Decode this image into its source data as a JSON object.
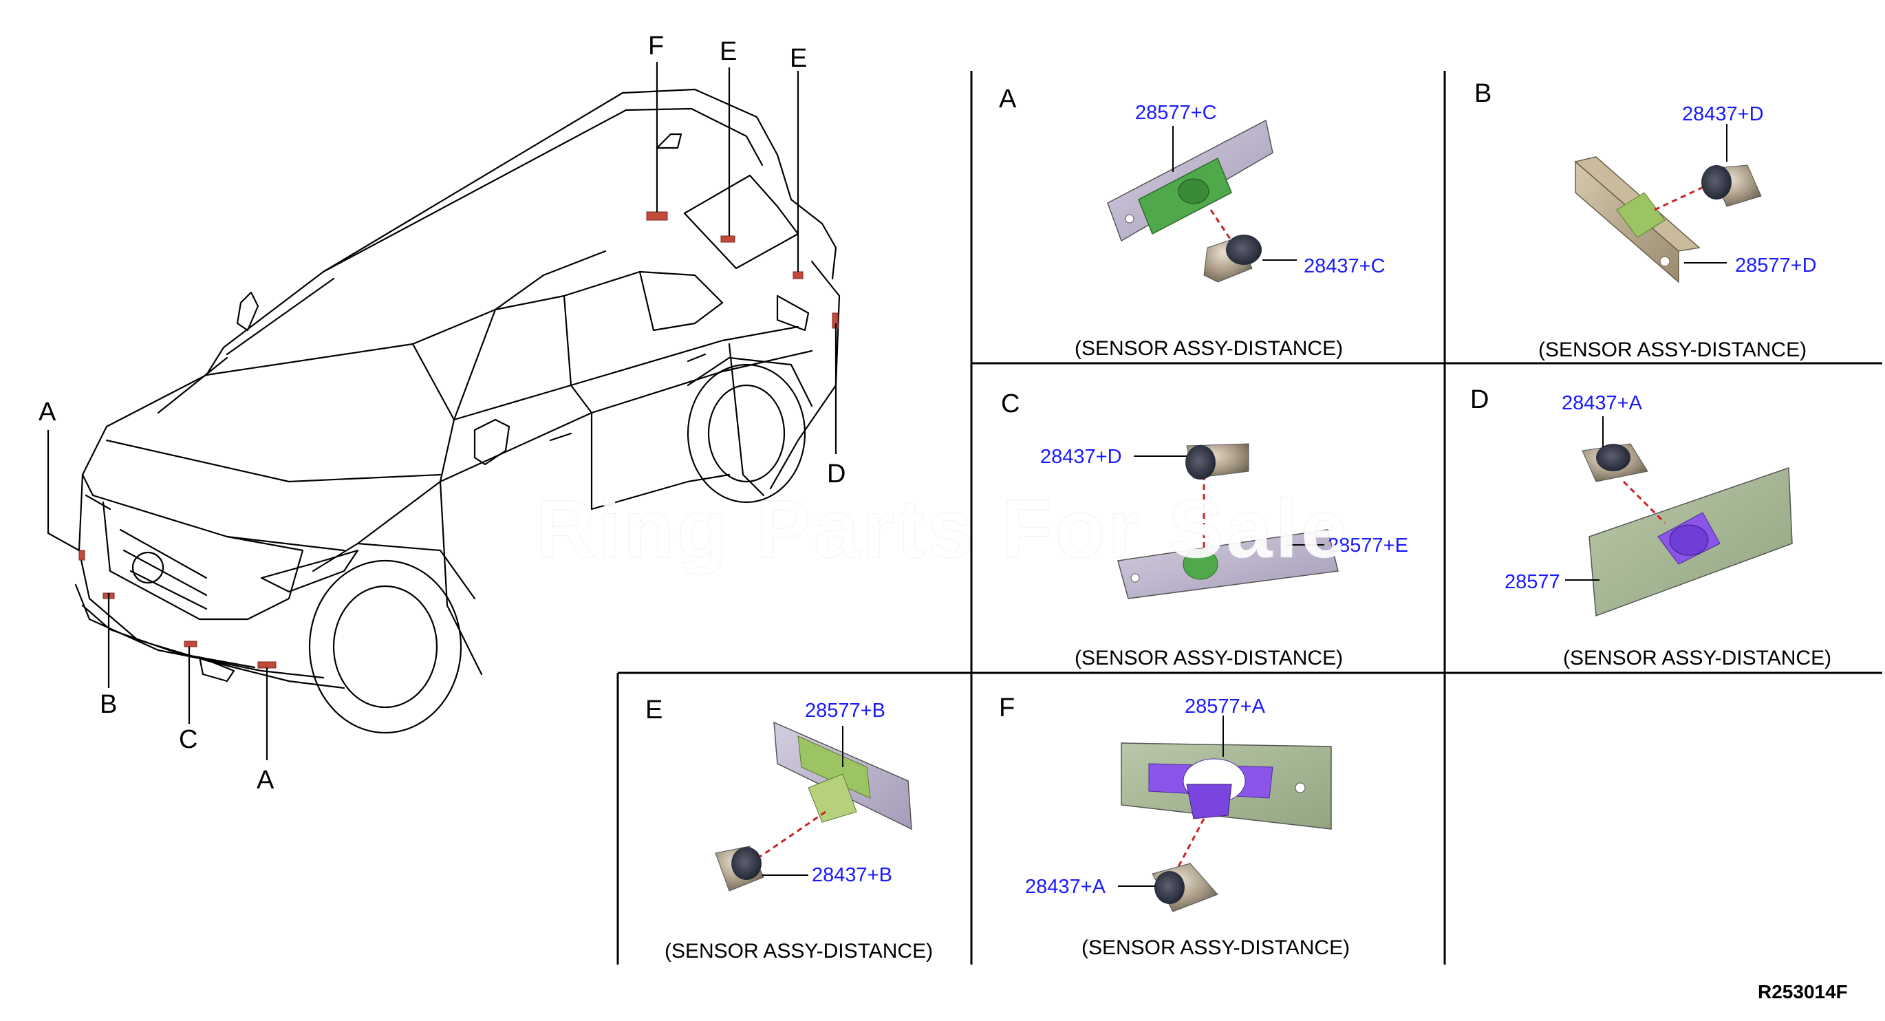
{
  "vehicle_labels": {
    "F": "F",
    "E1": "E",
    "E2": "E",
    "A_left": "A",
    "B": "B",
    "C": "C",
    "A_bottom": "A",
    "D": "D"
  },
  "panels": {
    "A": {
      "letter": "A",
      "bracket": "28577+C",
      "sensor": "28437+C",
      "caption": "(SENSOR ASSY-DISTANCE)"
    },
    "B": {
      "letter": "B",
      "sensor": "28437+D",
      "bracket": "28577+D",
      "caption": "(SENSOR ASSY-DISTANCE)"
    },
    "C": {
      "letter": "C",
      "sensor": "28437+D",
      "bracket": "28577+E",
      "caption": "(SENSOR ASSY-DISTANCE)"
    },
    "D": {
      "letter": "D",
      "sensor": "28437+A",
      "bracket": "28577",
      "caption": "(SENSOR ASSY-DISTANCE)"
    },
    "E": {
      "letter": "E",
      "bracket": "28577+B",
      "sensor": "28437+B",
      "caption": "(SENSOR ASSY-DISTANCE)"
    },
    "F": {
      "letter": "F",
      "bracket": "28577+A",
      "sensor": "28437+A",
      "caption": "(SENSOR ASSY-DISTANCE)"
    }
  },
  "watermark": "Ring Parts For Sale",
  "figure_id": "R253014F",
  "colors": {
    "line": "#000000",
    "part_number": "#1a1aff",
    "leader_dash": "#cc2222",
    "sensor_body": "#a89a84",
    "plate_tan": "#b8a88a",
    "bracket_green": "#4fa84a",
    "bracket_lightgreen": "#9dc463",
    "bracket_purple": "#8a55e8",
    "plate_gray": "#b6aec6"
  }
}
